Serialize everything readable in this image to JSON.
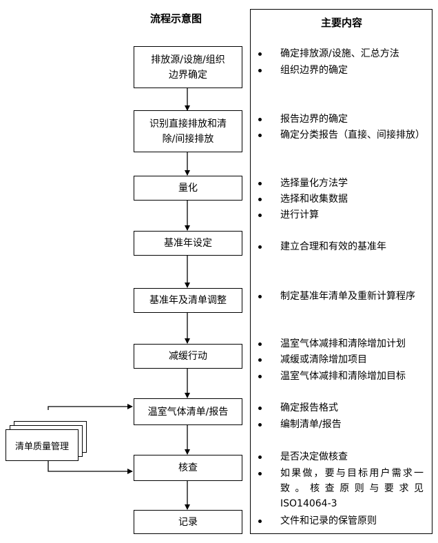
{
  "left_heading": "流程示意图",
  "right_heading": "主要内容",
  "steps": [
    {
      "label": "排放源/设施/组织\n边界确定"
    },
    {
      "label": "识别直接排放和清\n除/间接排放"
    },
    {
      "label": "量化"
    },
    {
      "label": "基准年设定"
    },
    {
      "label": "基准年及清单调整"
    },
    {
      "label": "减缓行动"
    },
    {
      "label": "温室气体清单/报告"
    },
    {
      "label": "核查"
    },
    {
      "label": "记录"
    }
  ],
  "side_doc": {
    "label": "清单质量管理"
  },
  "bullets": [
    {
      "text": "确定排放源/设施、汇总方法"
    },
    {
      "text": "组织边界的确定"
    },
    {
      "text": "报告边界的确定"
    },
    {
      "text": "确定分类报告（直接、间接排放）"
    },
    {
      "text": "选择量化方法学"
    },
    {
      "text": "选择和收集数据"
    },
    {
      "text": "进行计算"
    },
    {
      "text": "建立合理和有效的基准年"
    },
    {
      "text": "制定基准年清单及重新计算程序"
    },
    {
      "text": "温室气体减排和清除增加计划"
    },
    {
      "text": "减缓或清除增加项目"
    },
    {
      "text": "温室气体减排和清除增加目标"
    },
    {
      "text": "确定报告格式"
    },
    {
      "text": "编制清单/报告"
    },
    {
      "text": "是否决定做核查"
    },
    {
      "text": "如果做，要与目标用户需求一致。核查原则与要求见ISO14064-3"
    },
    {
      "text": "文件和记录的保管原则"
    }
  ]
}
